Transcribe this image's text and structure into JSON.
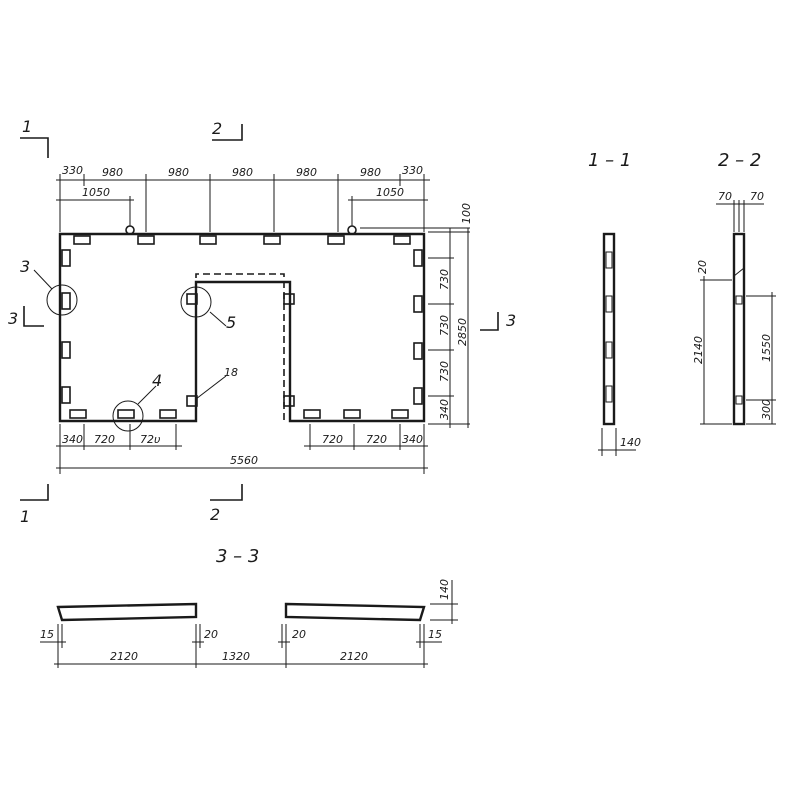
{
  "section_markers": {
    "s1": "1",
    "s2": "2",
    "s3": "3"
  },
  "views": {
    "v11": "1 – 1",
    "v22": "2 – 2",
    "v33": "3 – 3"
  },
  "callouts": {
    "c3": "3",
    "c4": "4",
    "c5": "5",
    "c18": "18"
  },
  "plan_dims": {
    "top": [
      "330",
      "980",
      "980",
      "980",
      "980",
      "980",
      "330"
    ],
    "top_left_1050": "1050",
    "top_right_1050": "1050",
    "right_100": "100",
    "right_stack": [
      "730",
      "730",
      "730",
      "340"
    ],
    "right_total": "2850",
    "bottom_left": [
      "340",
      "720",
      "72υ"
    ],
    "bottom_right": [
      "720",
      "720",
      "340"
    ],
    "overall": "5560"
  },
  "view11_dims": {
    "thickness": "140"
  },
  "view22_dims": {
    "top_left": "70",
    "top_right": "70",
    "gap": "20",
    "height": "2140",
    "inner": "1550",
    "bottom": "300"
  },
  "view33_dims": {
    "left_edge": "15",
    "left_gap": "20",
    "right_gap": "20",
    "right_edge": "15",
    "left_len": "2120",
    "middle": "1320",
    "right_len": "2120",
    "thickness": "140"
  }
}
